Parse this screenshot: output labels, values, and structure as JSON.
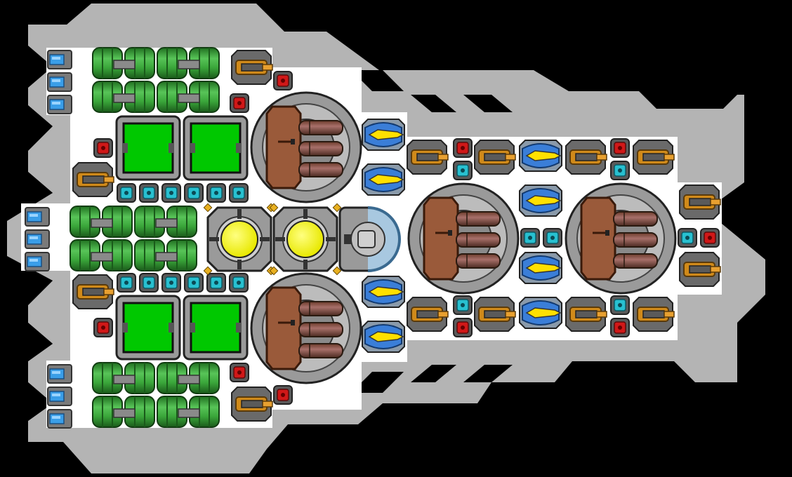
{
  "scene": {
    "name": "ship-layout-view",
    "background": "#000000",
    "hull_color": "#b4b4b4",
    "interior_color": "#ffffff"
  },
  "ship": {
    "tank_bank_count": 4,
    "module_rooms": 4,
    "reactor_count": 2,
    "cannon_turret_count": 4
  },
  "colors": {
    "tank_green": "#3aa63a",
    "room_green": "#00c800",
    "reactor_yellow": "#ffff00",
    "cyan_port": "#28c0d0",
    "red_node": "#d01818",
    "gold_gun": "#d08a1a",
    "blue_gun": "#3a7ed8",
    "turret_brown": "#9a5a3a",
    "thruster_blue": "#3a9ee8"
  }
}
